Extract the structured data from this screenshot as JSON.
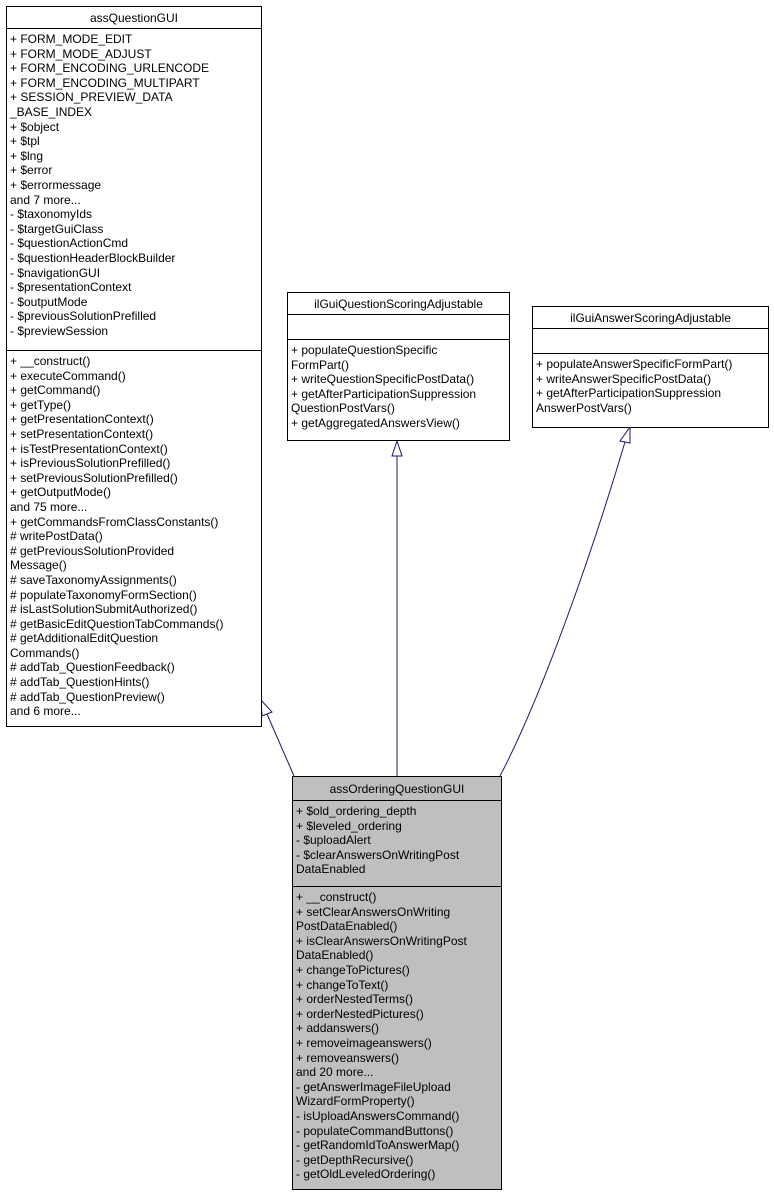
{
  "classes": {
    "base": {
      "name": "assQuestionGUI",
      "attributes": [
        "+ FORM_MODE_EDIT",
        "+ FORM_MODE_ADJUST",
        "+ FORM_ENCODING_URLENCODE",
        "+ FORM_ENCODING_MULTIPART",
        "+ SESSION_PREVIEW_DATA",
        "_BASE_INDEX",
        "+ $object",
        "+ $tpl",
        "+ $lng",
        "+ $error",
        "+ $errormessage",
        "and 7 more...",
        "- $taxonomyIds",
        "- $targetGuiClass",
        "- $questionActionCmd",
        "- $questionHeaderBlockBuilder",
        "- $navigationGUI",
        "- $presentationContext",
        "- $outputMode",
        "- $previousSolutionPrefilled",
        "- $previewSession"
      ],
      "methods": [
        "+ __construct()",
        "+ executeCommand()",
        "+ getCommand()",
        "+ getType()",
        "+ getPresentationContext()",
        "+ setPresentationContext()",
        "+ isTestPresentationContext()",
        "+ isPreviousSolutionPrefilled()",
        "+ setPreviousSolutionPrefilled()",
        "+ getOutputMode()",
        "and 75 more...",
        "+ getCommandsFromClassConstants()",
        "# writePostData()",
        "# getPreviousSolutionProvided",
        "Message()",
        "# saveTaxonomyAssignments()",
        "# populateTaxonomyFormSection()",
        "# isLastSolutionSubmitAuthorized()",
        "# getBasicEditQuestionTabCommands()",
        "# getAdditionalEditQuestion",
        "Commands()",
        "# addTab_QuestionFeedback()",
        "# addTab_QuestionHints()",
        "# addTab_QuestionPreview()",
        "and 6 more..."
      ]
    },
    "iface1": {
      "name": "ilGuiQuestionScoringAdjustable",
      "attributes": [],
      "methods": [
        "+ populateQuestionSpecific",
        "FormPart()",
        "+ writeQuestionSpecificPostData()",
        "+ getAfterParticipationSuppression",
        "QuestionPostVars()",
        "+ getAggregatedAnswersView()"
      ]
    },
    "iface2": {
      "name": "ilGuiAnswerScoringAdjustable",
      "attributes": [],
      "methods": [
        "+ populateAnswerSpecificFormPart()",
        "+ writeAnswerSpecificPostData()",
        "+ getAfterParticipationSuppression",
        "AnswerPostVars()"
      ]
    },
    "derived": {
      "name": "assOrderingQuestionGUI",
      "attributes": [
        "+ $old_ordering_depth",
        "+ $leveled_ordering",
        "- $uploadAlert",
        "- $clearAnswersOnWritingPost",
        "DataEnabled"
      ],
      "methods": [
        "+ __construct()",
        "+ setClearAnswersOnWriting",
        "PostDataEnabled()",
        "+ isClearAnswersOnWritingPost",
        "DataEnabled()",
        "+ changeToPictures()",
        "+ changeToText()",
        "+ orderNestedTerms()",
        "+ orderNestedPictures()",
        "+ addanswers()",
        "+ removeimageanswers()",
        "+ removeanswers()",
        "and 20 more...",
        "- getAnswerImageFileUpload",
        "WizardFormProperty()",
        "- isUploadAnswersCommand()",
        "- populateCommandButtons()",
        "- getRandomIdToAnswerMap()",
        "- getDepthRecursive()",
        "- getOldLeveledOrdering()"
      ]
    }
  },
  "colors": {
    "edge": "#191970",
    "focus_fill": "#bfbfbf"
  }
}
